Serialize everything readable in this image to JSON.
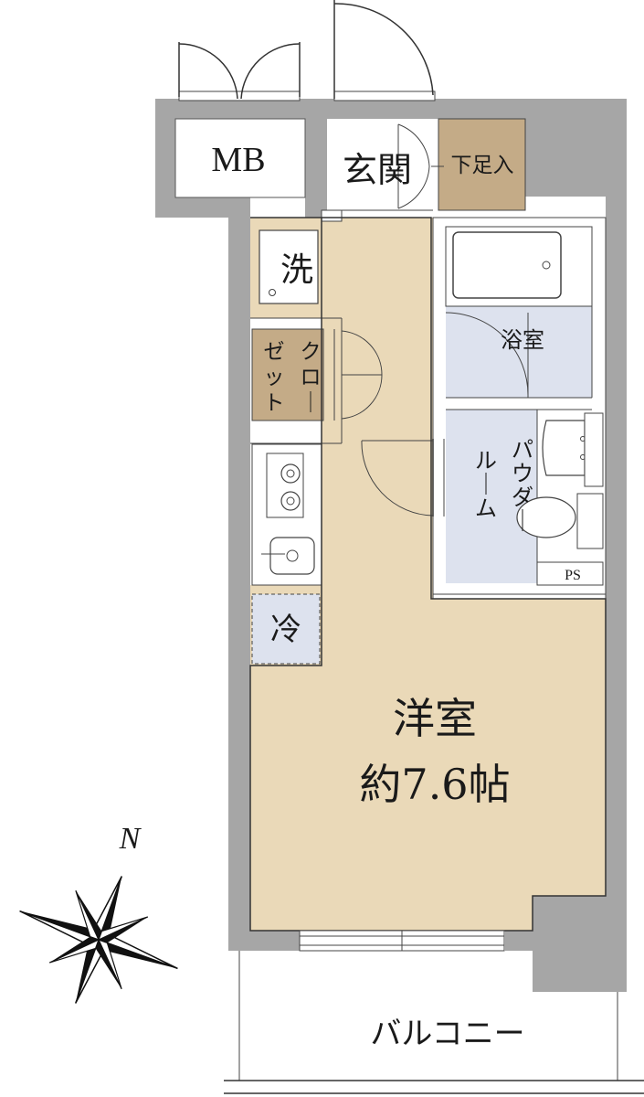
{
  "rooms": {
    "mb": "MB",
    "entrance": "玄関",
    "shoe_storage": "下足入",
    "washer": "洗",
    "closet": [
      "クロー",
      "ゼット"
    ],
    "bath": "浴室",
    "powder_room": [
      "パウダー",
      "ルーム"
    ],
    "ps": "PS",
    "fridge": "冷",
    "western_room": "洋室",
    "western_room_size": "約7.6帖",
    "balcony": "バルコニー"
  },
  "compass": {
    "north": "N"
  },
  "colors": {
    "wall": "#a6a6a6",
    "floor_wood": "#ead9b8",
    "storage_brown": "#c4ab87",
    "wet_area_blue": "#dde2ee",
    "white": "#ffffff"
  }
}
